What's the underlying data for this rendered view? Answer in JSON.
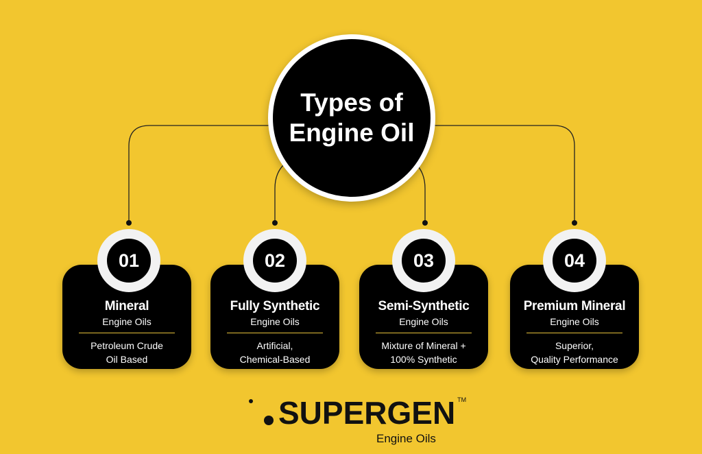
{
  "title_line1": "Types of",
  "title_line2": "Engine Oil",
  "types": [
    {
      "num": "01",
      "name": "Mineral",
      "sub": "Engine Oils",
      "desc1": "Petroleum Crude",
      "desc2": "Oil Based"
    },
    {
      "num": "02",
      "name": "Fully Synthetic",
      "sub": "Engine Oils",
      "desc1": "Artificial,",
      "desc2": "Chemical-Based"
    },
    {
      "num": "03",
      "name": "Semi-Synthetic",
      "sub": "Engine Oils",
      "desc1": "Mixture of Mineral +",
      "desc2": "100% Synthetic"
    },
    {
      "num": "04",
      "name": "Premium Mineral",
      "sub": "Engine Oils",
      "desc1": "Superior,",
      "desc2": "Quality Performance"
    }
  ],
  "brand": {
    "name": "SUPERGEN",
    "tm": "TM",
    "tagline": "Engine Oils"
  },
  "colors": {
    "background": "#f2c62f",
    "card": "#000000",
    "accent_rule": "#e8c23a"
  }
}
